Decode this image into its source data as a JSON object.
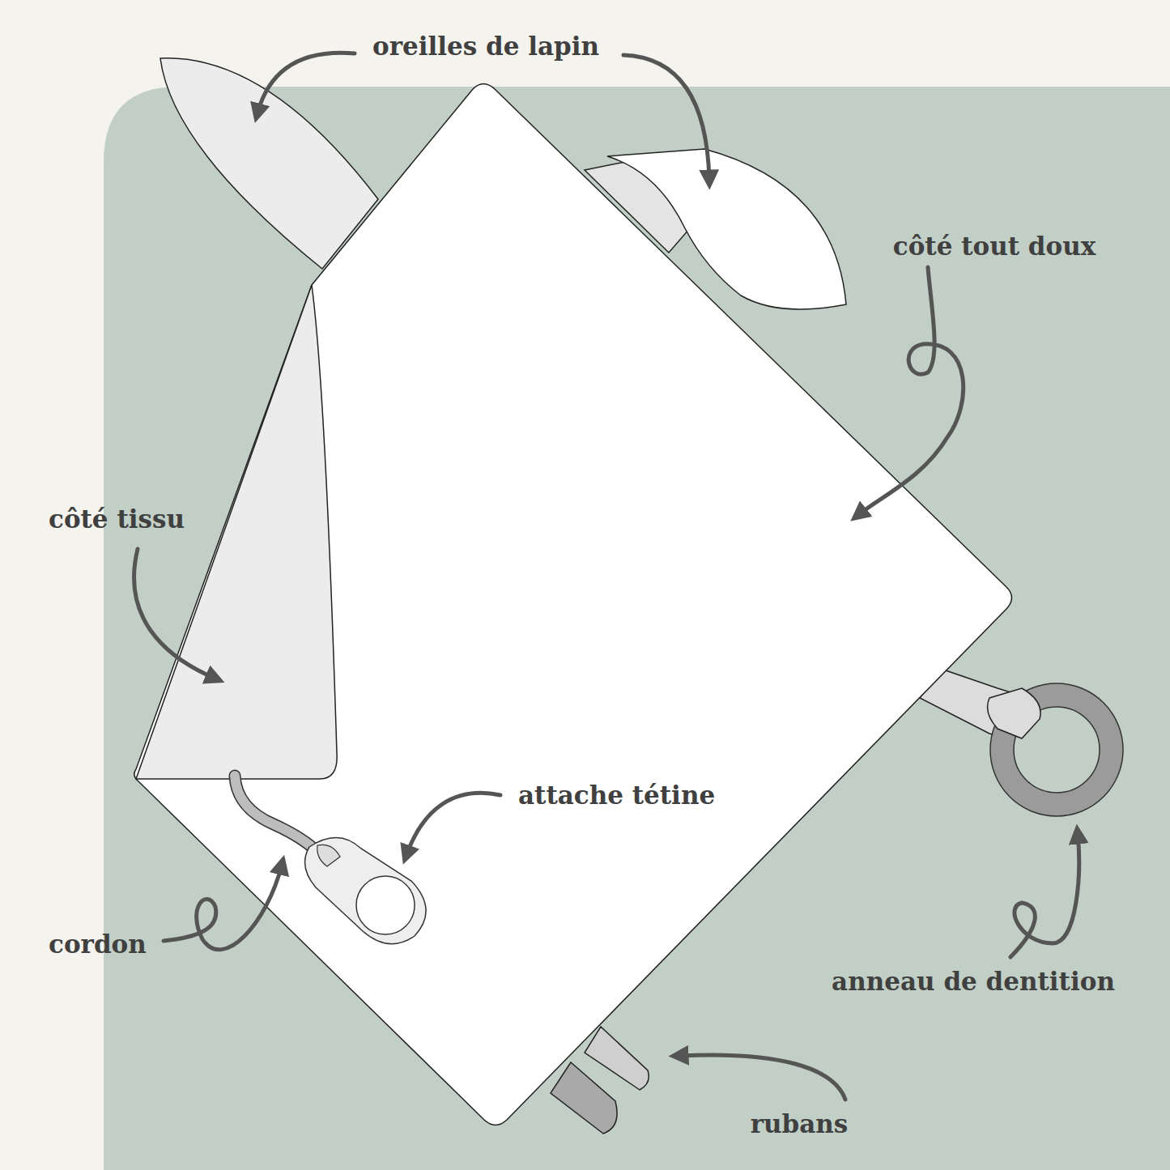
{
  "diagram": {
    "labels": [
      "oreilles de lapin",
      "côté tout doux",
      "côté tissu",
      "attache tétine",
      "cordon",
      "anneau de dentition",
      "rubans"
    ]
  }
}
